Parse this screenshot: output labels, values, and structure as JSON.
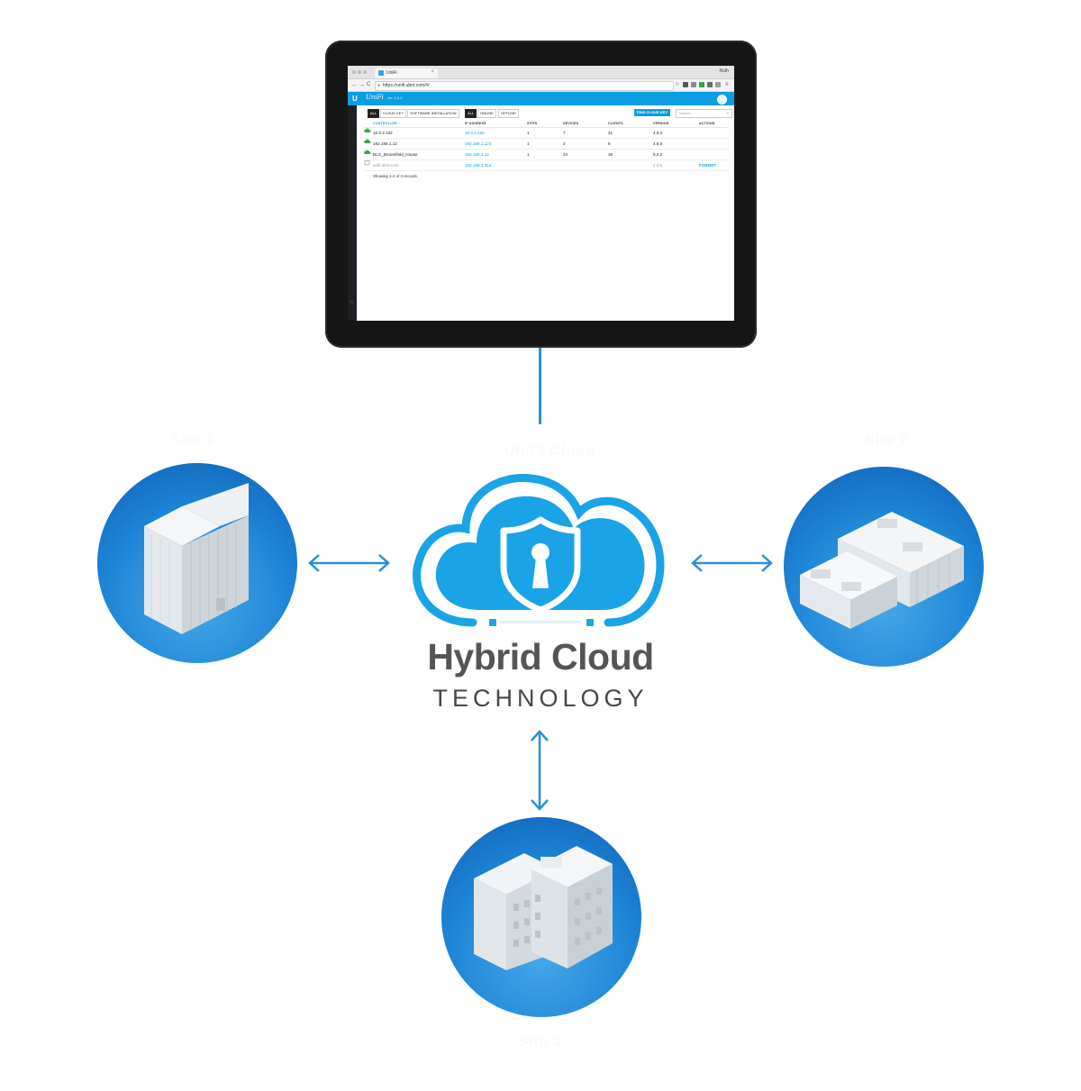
{
  "tablet": {
    "browser": {
      "tab_title": "UniFi",
      "tab_close": "×",
      "user_name": "Ruth",
      "url": "https://unifi.ubnt.com/#/",
      "back": "←",
      "forward": "→",
      "reload": "C"
    },
    "app": {
      "brand": "UniFi",
      "version": "ver. 5.0.6",
      "filters_left": [
        "ALL",
        "CLOUD KEY",
        "SOFTWARE INSTALLATION"
      ],
      "filters_right": [
        "ALL",
        "ONLINE",
        "OFFLINE"
      ],
      "find_button": "FIND CLOUD KEY",
      "search_placeholder": "Search",
      "columns": [
        "CONTROLLER ↑",
        "IP ADDRESS",
        "SITES",
        "DEVICES",
        "CLIENTS",
        "VERSION",
        "ACTIONS"
      ],
      "rows": [
        {
          "controller": "10.0.2.162",
          "ip": "10.0.2.162",
          "sites": "1",
          "devices": "7",
          "clients": "21",
          "version": "4.9.3",
          "action": "",
          "status": "online"
        },
        {
          "controller": "192.168.1.12",
          "ip": "192.168.1.123",
          "sites": "1",
          "devices": "2",
          "clients": "8",
          "version": "4.8.5",
          "action": "",
          "status": "online"
        },
        {
          "controller": "BLG_Broomfield_House",
          "ip": "192.168.1.12",
          "sites": "1",
          "devices": "24",
          "clients": "36",
          "version": "5.0.2",
          "action": "",
          "status": "online"
        },
        {
          "controller": "unifi.ubnt.com",
          "ip": "192.168.1.316...",
          "sites": "",
          "devices": "",
          "clients": "",
          "version": "4.8.5",
          "action": "FORGET",
          "status": "offline"
        }
      ],
      "footer": "Showing 1-4 of 4 records."
    }
  },
  "labels": {
    "site1": "Site 1",
    "site2": "Site 2",
    "site3": "Site 3",
    "hub": "UniFi Cloud"
  },
  "title": {
    "main": "Hybrid Cloud",
    "sub": "TECHNOLOGY"
  },
  "colors": {
    "accent_blue": "#0c9ee3",
    "cloud_blue": "#1aa3e6",
    "arrow_blue": "#2a8fdb",
    "circle_dark": "#0f5fb4",
    "circle_light": "#46a8e9",
    "title_gray": "#555555"
  },
  "icons": [
    "lock-shield-icon",
    "cloud-icon",
    "office-tower-icon",
    "campus-building-icon",
    "apartment-building-icon",
    "double-arrow-icon"
  ]
}
